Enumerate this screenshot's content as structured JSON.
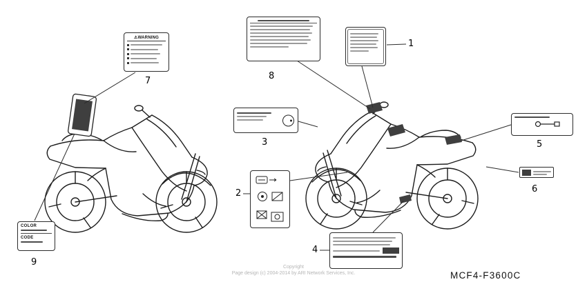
{
  "diagram": {
    "part_code": "MCF4-F3600C",
    "copyright_line1": "Copyright",
    "copyright_line2": "Page design (c) 2004-2014 by ARI Network Services, Inc."
  },
  "callouts": [
    "1",
    "2",
    "3",
    "4",
    "5",
    "6",
    "7",
    "8",
    "9"
  ],
  "labels": {
    "warning": {
      "symbol": "⚠",
      "title": "WARNING"
    },
    "color_code": {
      "row1": "COLOR",
      "row2": "CODE"
    }
  }
}
